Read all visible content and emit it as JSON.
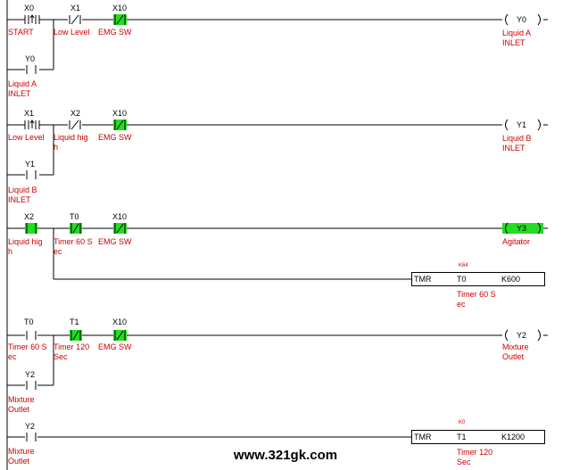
{
  "rungs": [
    {
      "contacts": [
        {
          "addr": "X0",
          "type": "rising",
          "label": "START"
        },
        {
          "addr": "X1",
          "type": "nc",
          "label": "Low Level"
        },
        {
          "addr": "X10",
          "type": "nc_active",
          "label": "EMG SW"
        }
      ],
      "branch": {
        "addr": "Y0",
        "label": "Liquid A INLET"
      },
      "coil": {
        "addr": "Y0",
        "label": "Liquid A INLET",
        "active": false
      }
    },
    {
      "contacts": [
        {
          "addr": "X1",
          "type": "rising",
          "label": "Low Level"
        },
        {
          "addr": "X2",
          "type": "nc",
          "label": "Liquid high"
        },
        {
          "addr": "X10",
          "type": "nc_active",
          "label": "EMG SW"
        }
      ],
      "branch": {
        "addr": "Y1",
        "label": "Liquid B INLET"
      },
      "coil": {
        "addr": "Y1",
        "label": "Liquid B INLET",
        "active": false
      }
    },
    {
      "contacts": [
        {
          "addr": "X2",
          "type": "no_active",
          "label": "Liquid high"
        },
        {
          "addr": "T0",
          "type": "nc_active",
          "label": "Timer 60 Sec"
        },
        {
          "addr": "X10",
          "type": "nc_active",
          "label": "EMG SW"
        }
      ],
      "coil": {
        "addr": "Y3",
        "label": "Agitator",
        "active": true
      },
      "timer": {
        "instr": "TMR",
        "device": "T0",
        "preset": "K600",
        "current": "K64",
        "label": "Timer 60 Sec"
      }
    },
    {
      "contacts": [
        {
          "addr": "T0",
          "type": "no",
          "label": "Timer 60 Sec"
        },
        {
          "addr": "T1",
          "type": "nc_active",
          "label": "Timer 120 Sec"
        },
        {
          "addr": "X10",
          "type": "nc_active",
          "label": "EMG SW"
        }
      ],
      "branch": {
        "addr": "Y2",
        "label": "Mixture Outlet"
      },
      "coil": {
        "addr": "Y2",
        "label": "Mixture Outlet",
        "active": false
      }
    },
    {
      "contacts": [
        {
          "addr": "Y2",
          "type": "no",
          "label": "Mixture Outlet"
        }
      ],
      "timer": {
        "instr": "TMR",
        "device": "T1",
        "preset": "K1200",
        "current": "K0",
        "label": "Timer 120 Sec"
      }
    }
  ],
  "text": {
    "r1": {
      "x0": "X0",
      "x1": "X1",
      "x10": "X10",
      "l_start": "START",
      "l_low": "Low Level",
      "l_emg": "EMG SW",
      "y0": "Y0",
      "coil_y0": "Y0",
      "b_y0": "Y0",
      "l_liqa1": "Liquid A",
      "l_liqa2": "INLET",
      "lb_liqa1": "Liquid A",
      "lb_liqa2": "INLET"
    },
    "r2": {
      "x1": "X1",
      "x2": "X2",
      "x10": "X10",
      "l_low": "Low Level",
      "l_high1": "Liquid hig",
      "l_high2": "h",
      "l_emg": "EMG SW",
      "coil_y1": "Y1",
      "b_y1": "Y1",
      "l_liqb1": "Liquid B",
      "l_liqb2": "INLET",
      "lb_liqb1": "Liquid B",
      "lb_liqb2": "INLET"
    },
    "r3": {
      "x2": "X2",
      "t0": "T0",
      "x10": "X10",
      "l_high1": "Liquid hig",
      "l_high2": "h",
      "l_t60a": "Timer 60 S",
      "l_t60b": "ec",
      "l_emg": "EMG SW",
      "coil_y3": "Y3",
      "l_agit": "Agitator",
      "tmr": "TMR",
      "tmr_dev": "T0",
      "tmr_pre": "K600",
      "tmr_cur": "K64",
      "l_tmr1": "Timer 60 S",
      "l_tmr2": "ec"
    },
    "r4": {
      "t0": "T0",
      "t1": "T1",
      "x10": "X10",
      "l_t60a": "Timer 60 S",
      "l_t60b": "ec",
      "l_t120a": "Timer 120",
      "l_t120b": "Sec",
      "l_emg": "EMG SW",
      "coil_y2": "Y2",
      "b_y2": "Y2",
      "l_mix1": "Mixture",
      "l_mix2": "Outlet",
      "lb_mix1": "Mixture",
      "lb_mix2": "Outlet"
    },
    "r5": {
      "y2": "Y2",
      "l_mix1": "Mixture",
      "l_mix2": "Outlet",
      "tmr": "TMR",
      "tmr_dev": "T1",
      "tmr_pre": "K1200",
      "tmr_cur": "K0",
      "l_tmr1": "Timer 120",
      "l_tmr2": "Sec"
    }
  },
  "watermark": "www.321gk.com",
  "colors": {
    "active": "#22dd22",
    "label": "#cc0000",
    "wire": "#000000"
  }
}
